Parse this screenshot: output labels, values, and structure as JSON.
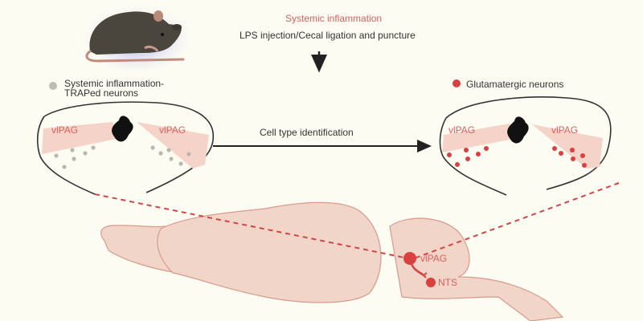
{
  "header": {
    "title": "Systemic inflammation",
    "subtitle": "LPS injection/Cecal ligation and puncture"
  },
  "legend_left": {
    "line1": "Systemic inflammation-",
    "line2": "TRAPed neurons",
    "dot_color": "#bdbdb5"
  },
  "legend_right": {
    "label": "Glutamatergic neurons",
    "dot_color": "#d9403f"
  },
  "arrow_label": "Cell type identification",
  "section_left": {
    "region_left": "vlPAG",
    "region_right": "vlPAG"
  },
  "section_right": {
    "region_left": "vlPAG",
    "region_right": "vlPAG"
  },
  "brain": {
    "vlpag_label": "vlPAG",
    "nts_label": "NTS"
  },
  "colors": {
    "accent_red": "#d9403f",
    "title_red": "#d9605f",
    "wedge_fill": "#f5d3c8",
    "brain_fill": "#f0d5c8",
    "brain_stroke": "#d99a8c",
    "mouse_body": "#4a463e",
    "mouse_glow": "#9aa2ee"
  }
}
